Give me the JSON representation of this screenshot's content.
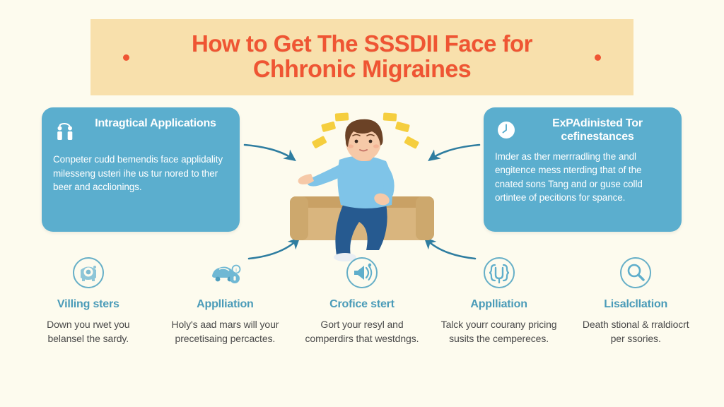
{
  "background_color": "#FDFBEE",
  "banner": {
    "fill_color": "#F8E0AC",
    "text_color": "#EF5533",
    "line1": "How to Get The SSSDII Face for",
    "line2": "Chhronic Migraines",
    "dot_left": "banner-dot-left",
    "dot_right": "banner-dot-right"
  },
  "cards": {
    "accent_color": "#5BAECE",
    "left": {
      "icon": "two-people-connected-icon",
      "title": "Intragtical Applications",
      "body": "Conpeter cudd bemendis face applidality milesseng usteri ihe us tur nored to ther beer and acclionings."
    },
    "right": {
      "icon": "clock-icon",
      "title": "ExPAdinisted Tor cefinestances",
      "body": "Imder as ther merrradling the andl engitence mess nterding that of the cnated sons Tang and or guse colld ortintee of pecitions for spance."
    }
  },
  "center_illustration": {
    "name": "person-sitting-on-couch",
    "couch_color": "#D9B57E",
    "shirt_color": "#7FC4E8",
    "pants_color": "#265A90",
    "hair_color": "#6B4226",
    "skin_color": "#F6C9A8",
    "ray_color": "#F5CE3E",
    "rays_count": 6
  },
  "arrows": {
    "color": "#2E7DA0",
    "count": 4,
    "directions": [
      "top-left-inward",
      "top-right-inward",
      "bottom-left-inward",
      "bottom-right-inward"
    ]
  },
  "bottom_items": [
    {
      "icon": "camera-circle-icon",
      "title": "Villing sters",
      "desc": "Down you rwet you belansel the sardy."
    },
    {
      "icon": "car-icon",
      "title": "Applliation",
      "desc": "Holy's aad mars will your precetisaing percactes."
    },
    {
      "icon": "megaphone-circle-icon",
      "title": "Crofice stert",
      "desc": "Gort your resyl and comperdirs that westdngs."
    },
    {
      "icon": "bracket-u-circle-icon",
      "title": "Applliation",
      "desc": "Talck yourr courany pricing susits the cempereces."
    },
    {
      "icon": "magnifier-circle-icon",
      "title": "Lisalcllation",
      "desc": "Death stional & rraldiocrt per ssories."
    }
  ]
}
